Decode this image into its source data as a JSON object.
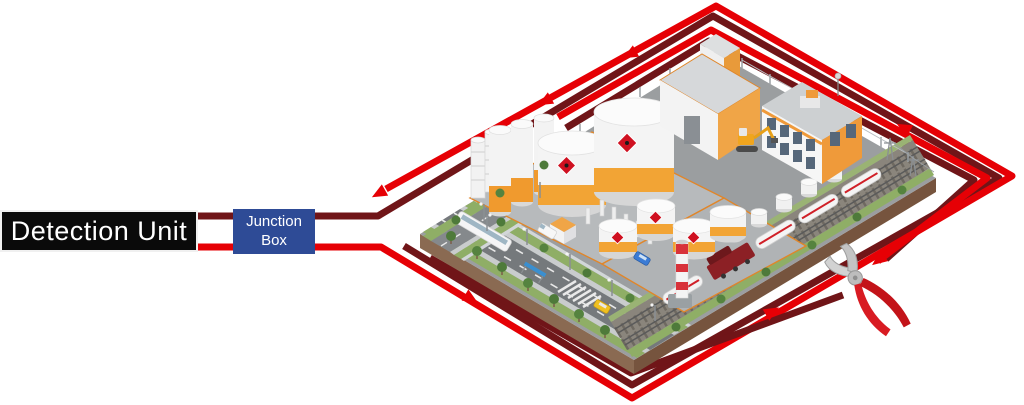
{
  "detection_unit": {
    "label": "Detection Unit"
  },
  "junction_box": {
    "label": "Junction Box"
  },
  "css_vars": {
    "--page-bg": "#ffffff",
    "--cable-live": "#e60005",
    "--cable-return": "#701518",
    "--du-bg": "#0a0a0a",
    "--jb-bg": "#2e4b96",
    "--label-text": "#ffffff",
    "--pliers-red": "#d81b22"
  },
  "icons": {
    "wire_cutters": "pliers cutting the inner perimeter cable",
    "flow_arrows": "red arrowheads showing signal direction along cables"
  }
}
